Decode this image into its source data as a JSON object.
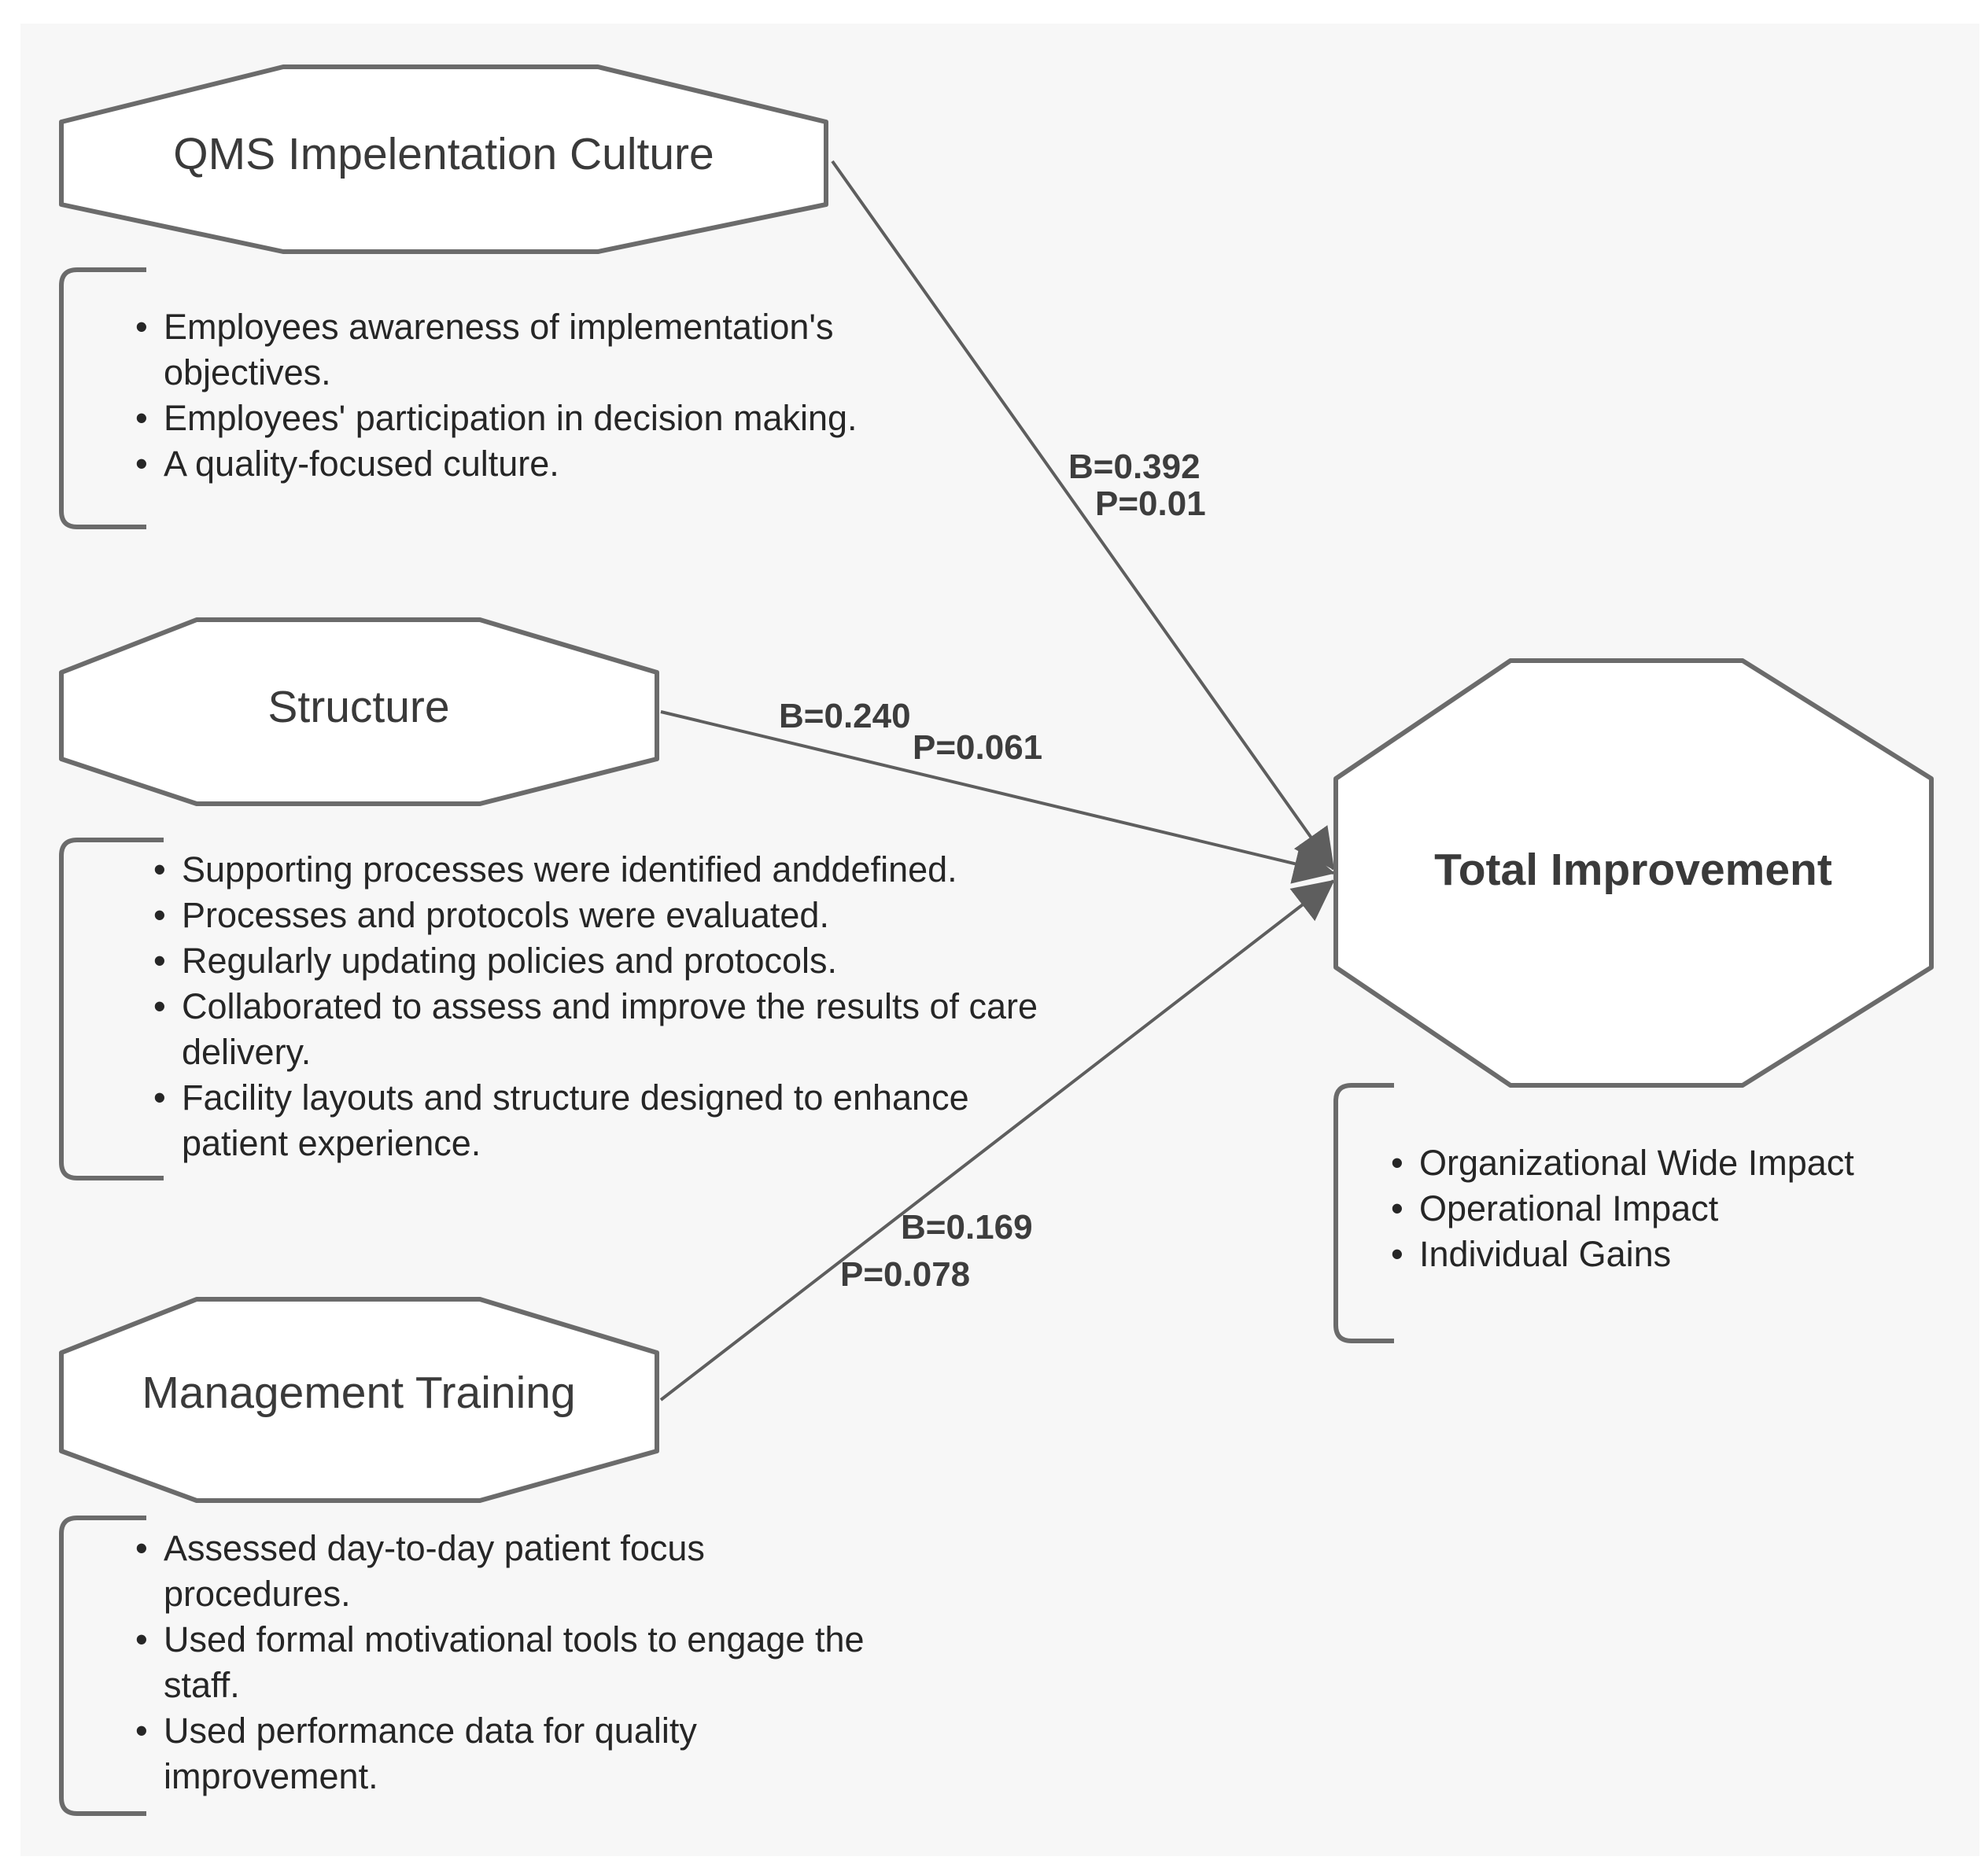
{
  "nodes": {
    "qms": {
      "label": "QMS Impelentation Culture",
      "items": [
        "Employees awareness of implementation's objectives.",
        "Employees' participation in decision making.",
        "A quality-focused culture."
      ]
    },
    "structure": {
      "label": "Structure",
      "items": [
        "Supporting processes were identified anddefined.",
        "Processes and protocols were evaluated.",
        "Regularly updating policies and protocols.",
        "Collaborated to assess and improve the results of care delivery.",
        "Facility layouts and structure designed to enhance patient experience."
      ]
    },
    "training": {
      "label": "Management Training",
      "items": [
        "Assessed day-to-day patient focus procedures.",
        "Used formal motivational tools to engage the staff.",
        "Used performance data for quality improvement."
      ]
    },
    "total": {
      "label": "Total Improvement",
      "items": [
        "Organizational Wide Impact",
        "Operational Impact",
        "Individual Gains"
      ]
    }
  },
  "edges": {
    "qms": {
      "b": "B=0.392",
      "p": "P=0.01"
    },
    "structure": {
      "b": "B=0.240",
      "p": "P=0.061"
    },
    "training": {
      "b": "B=0.169",
      "p": "P=0.078"
    }
  },
  "colors": {
    "background": "#f7f7f7",
    "shape_stroke": "#6b6b6b",
    "arrow": "#5e5e5e",
    "shape_fill": "#ffffff"
  }
}
